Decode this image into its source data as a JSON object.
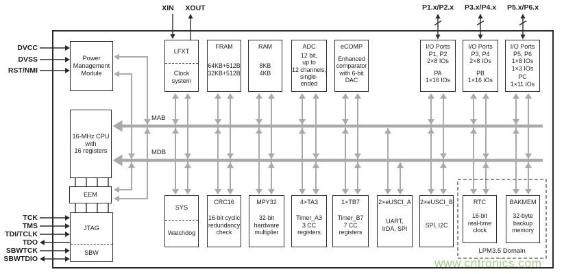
{
  "pins": {
    "xin": "XIN",
    "xout": "XOUT",
    "p12": "P1.x/P2.x",
    "p34": "P3.x/P4.x",
    "p56": "P5.x/P6.x",
    "dvcc": "DVCC",
    "dvss": "DVSS",
    "rst": "RST/NMI",
    "tck": "TCK",
    "tms": "TMS",
    "tdi": "TDI/TCLK",
    "tdo": "TDO",
    "sbwtck": "SBWTCK",
    "sbwtdio": "SBWTDIO"
  },
  "buses": {
    "mab": "MAB",
    "mdb": "MDB"
  },
  "blocks": {
    "pmm": {
      "title": "Power\nManagement\nModule"
    },
    "lfxt": {
      "top": "LFXT",
      "bottom": "Clock\nsystem"
    },
    "fram": {
      "title": "FRAM",
      "body": "64KB+512B\n32KB+512B"
    },
    "ram": {
      "title": "RAM",
      "body": "8KB\n4KB"
    },
    "adc": {
      "title": "ADC",
      "body": "12 bit,\nup to\n12 channels,\nsingle-ended"
    },
    "ecomp": {
      "title": "eCOMP",
      "body": "Enhanced\ncomparator\nwith 6-bit\nDAC"
    },
    "io12": {
      "title": "I/O Ports\nP1, P2\n2×8 IOs",
      "body": "PA\n1×16 IOs"
    },
    "io34": {
      "title": "I/O Ports\nP3, P4\n2×8 IOs",
      "body": "PB\n1×16 IOs"
    },
    "io56": {
      "title": "I/O Ports\nP5, P6\n1×8 IOs\n1×3 IOs",
      "body": "PC\n1×11 IOs"
    },
    "cpu": {
      "title": "16-MHz CPU\nwith\n16 registers"
    },
    "eem": {
      "title": "EEM"
    },
    "jtag": {
      "top": "JTAG",
      "bottom": "SBW"
    },
    "sys": {
      "top": "SYS",
      "bottom": "Watchdog"
    },
    "crc": {
      "title": "CRC16",
      "body": "16-bit cyclic\nredundancy\ncheck"
    },
    "mpy": {
      "title": "MPY32",
      "body": "32-bit\nhardware\nmultiplier"
    },
    "ta3": {
      "title": "4×TA3",
      "body": "Timer_A3\n3 CC\nregisters"
    },
    "tb7": {
      "title": "1×TB7",
      "body": "Timer_B7\n7 CC\nregisters"
    },
    "euscia": {
      "title": "2×eUSCI_A",
      "body": "UART,\nIrDA, SPI"
    },
    "euscib": {
      "title": "2×eUSCI_B",
      "body": "SPI, I2C"
    },
    "rtc": {
      "title": "RTC",
      "body": "16-bit\nreal-time\nclock"
    },
    "bakmem": {
      "title": "BAKMEM",
      "body": "32-byte\nbackup\nmemory"
    }
  },
  "lpm": {
    "label": "LPM3.5 Domain"
  },
  "watermark": {
    "text": "www.cntronics.com"
  },
  "colors": {
    "bus_gray": "#a8aaac",
    "line_black": "#2b2b2b",
    "watermark_green": "#9ed080"
  }
}
